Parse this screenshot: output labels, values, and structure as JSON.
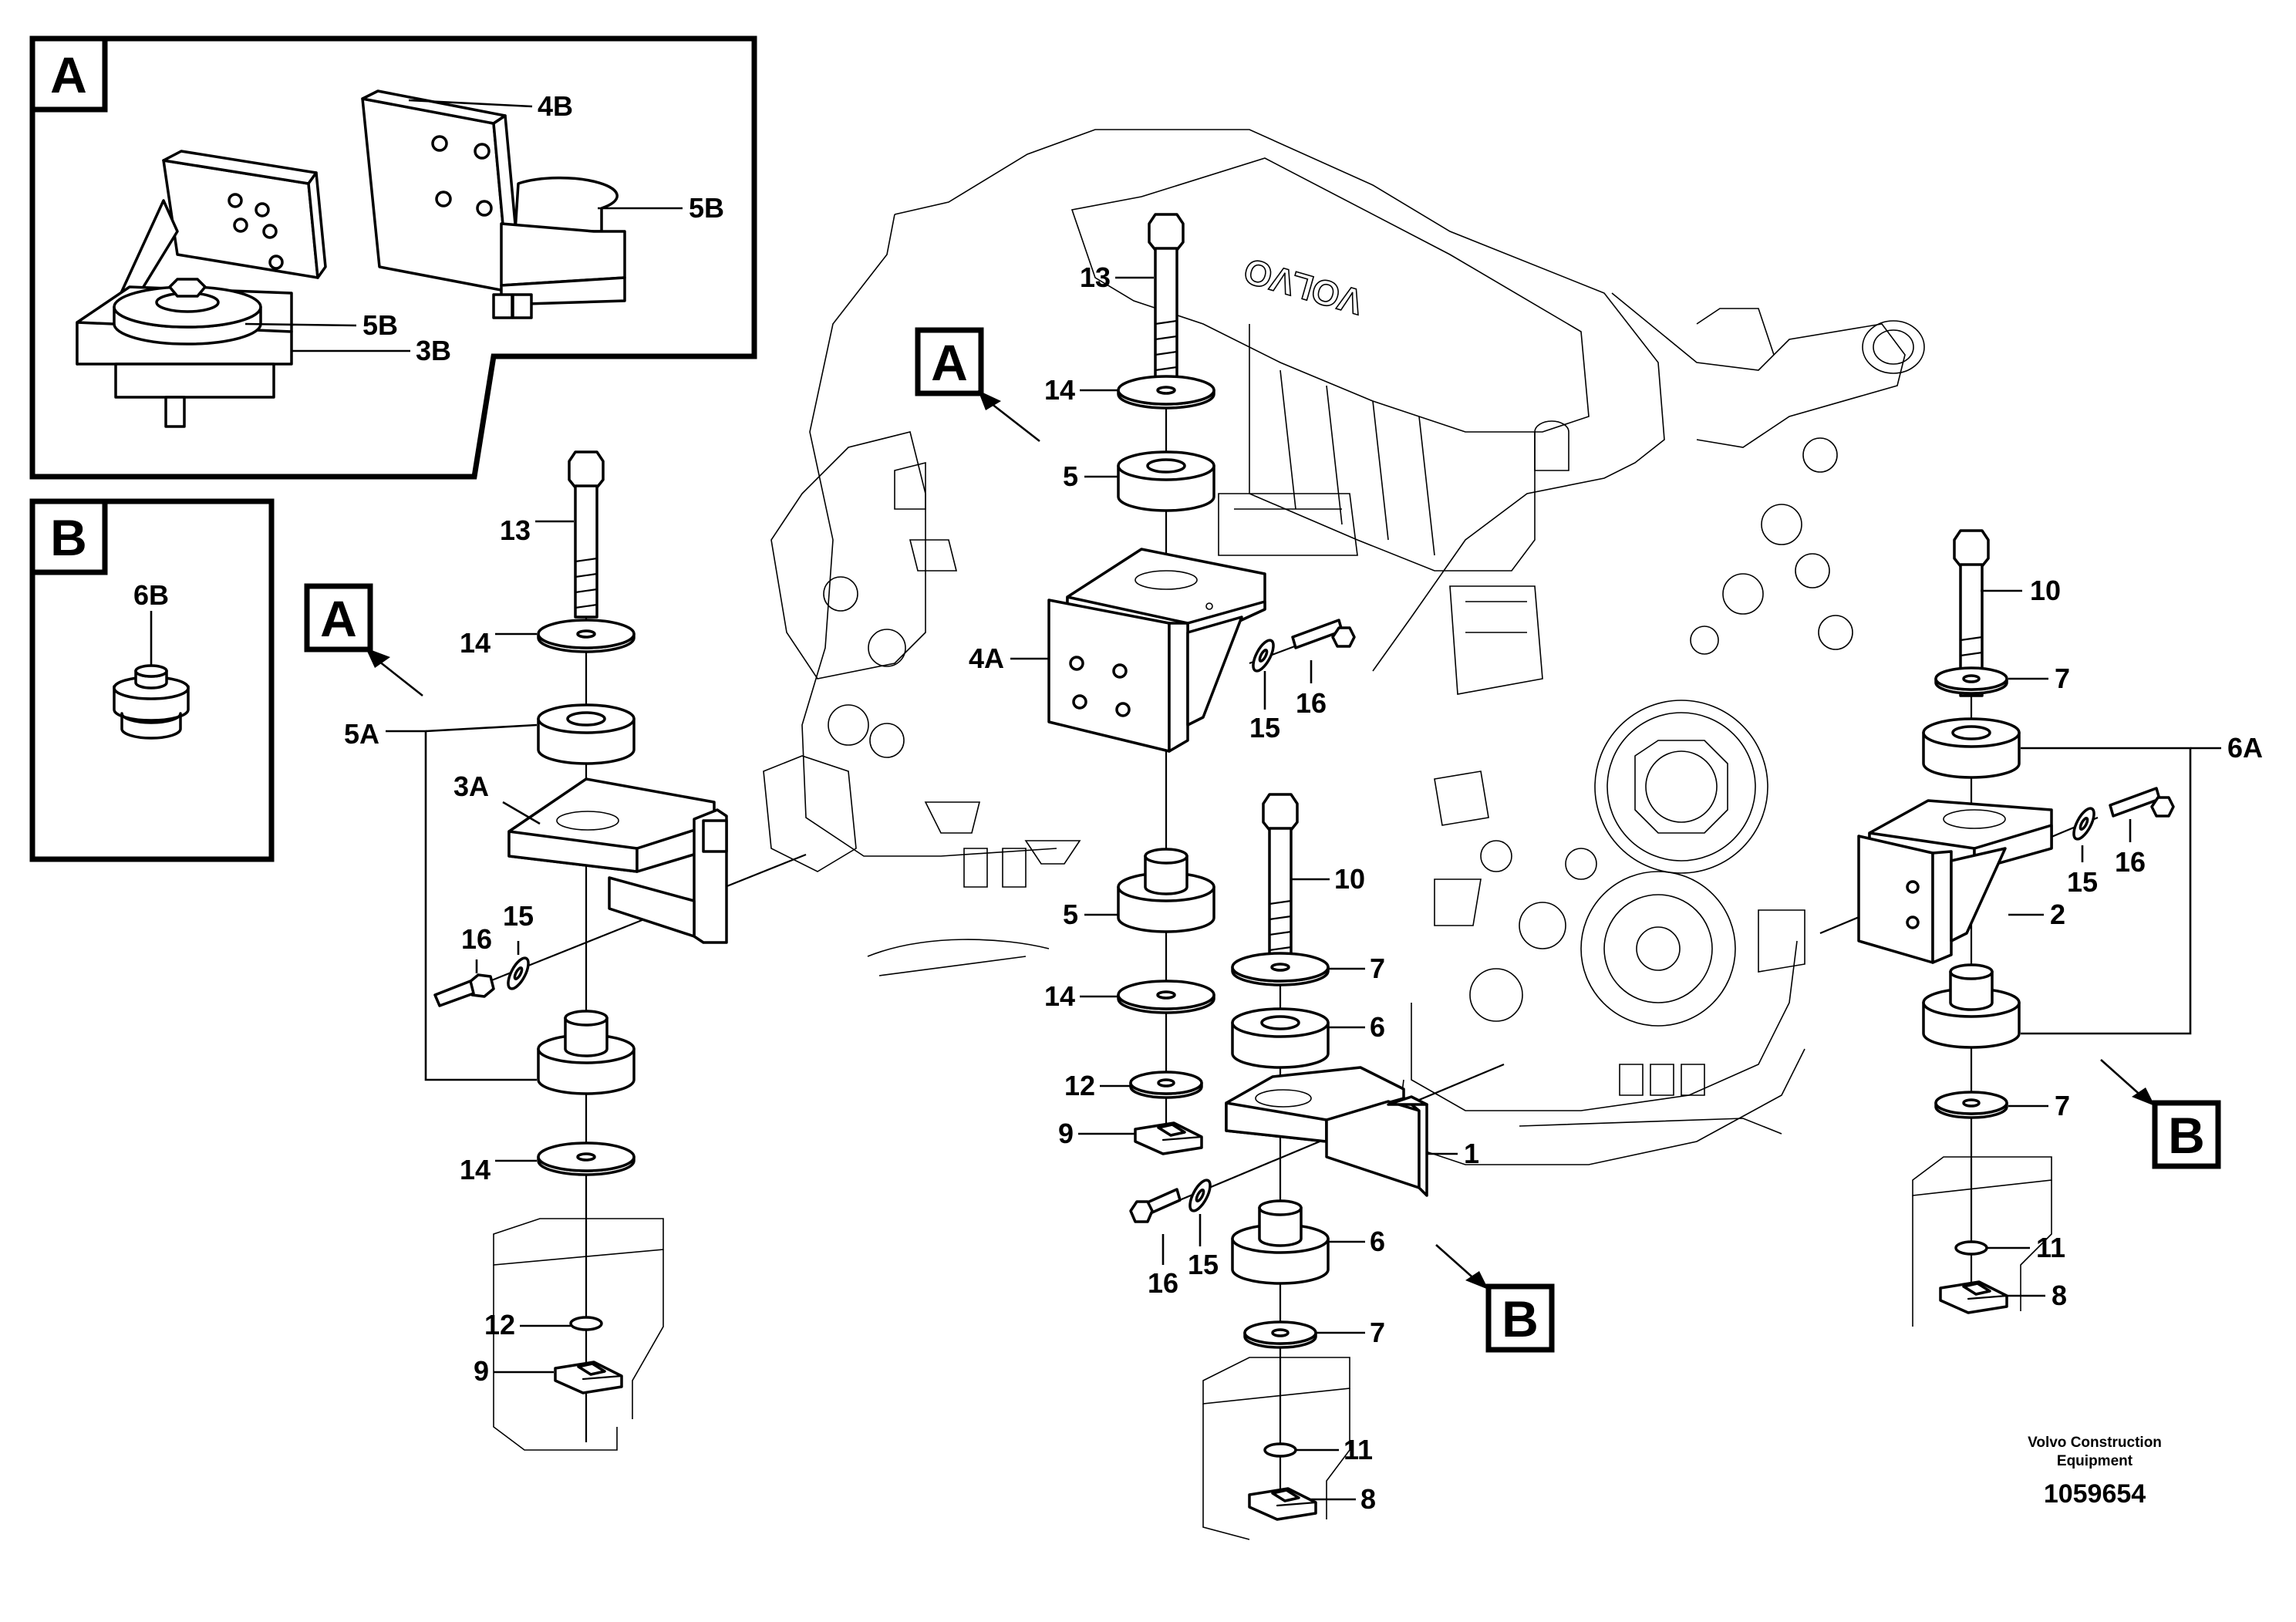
{
  "inset_a": {
    "letter": "A",
    "labels": {
      "p4b": "4B",
      "p5b_top": "5B",
      "p5b_low": "5B",
      "p3b": "3B"
    }
  },
  "inset_b": {
    "letter": "B",
    "labels": {
      "p6b": "6B"
    }
  },
  "callouts": {
    "a_left": "A",
    "a_center": "A",
    "b_center": "B",
    "b_right": "B"
  },
  "left_stack": {
    "labels": {
      "p13": "13",
      "p14_top": "14",
      "p5a": "5A",
      "p3a": "3A",
      "p16": "16",
      "p15": "15",
      "p14_low": "14",
      "p12": "12",
      "p9": "9"
    }
  },
  "center_stack": {
    "labels": {
      "p13": "13",
      "p14_top": "14",
      "p5_top": "5",
      "p4a": "4A",
      "p15": "15",
      "p16": "16",
      "p5_low": "5",
      "p14_low": "14",
      "p12": "12",
      "p9": "9"
    }
  },
  "mid_stack": {
    "labels": {
      "p10": "10",
      "p7_top": "7",
      "p6_top": "6",
      "p1": "1",
      "p16": "16",
      "p15": "15",
      "p6_low": "6",
      "p7_low": "7",
      "p11": "11",
      "p8": "8"
    }
  },
  "right_stack": {
    "labels": {
      "p10": "10",
      "p7_top": "7",
      "p6a": "6A",
      "p15": "15",
      "p16": "16",
      "p2": "2",
      "p7_low": "7",
      "p11": "11",
      "p8": "8"
    }
  },
  "footer": {
    "company_line1": "Volvo Construction",
    "company_line2": "Equipment",
    "drawing_number": "1059654"
  }
}
